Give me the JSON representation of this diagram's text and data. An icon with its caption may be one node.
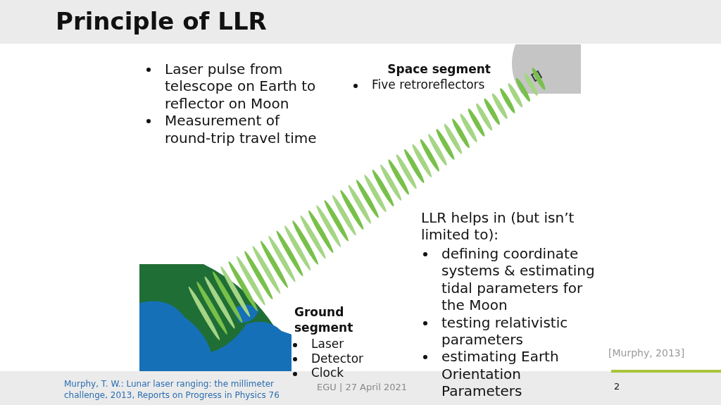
{
  "diagram": {
    "title": "Principle of LLR",
    "labels": [
      "Laser pulse from telescope on Earth to reflector on Moon",
      "Measurement of round-trip travel time",
      "Space segment",
      "Five retroreflectors",
      "LLR helps in (but isn’t limited to):",
      "defining coordinate systems & estimating tidal parameters for the Moon",
      "testing relativistic parameters",
      "estimating Earth Orientation Parameters",
      "Ground segment",
      "Laser",
      "Detector",
      "Clock",
      "[Murphy, 2013]",
      "Murphy, T. W.: Lunar laser ranging: the millimeter challenge, 2013, Reports on Progress in Physics 76",
      "EGU | 27 April 2021",
      "2"
    ]
  }
}
